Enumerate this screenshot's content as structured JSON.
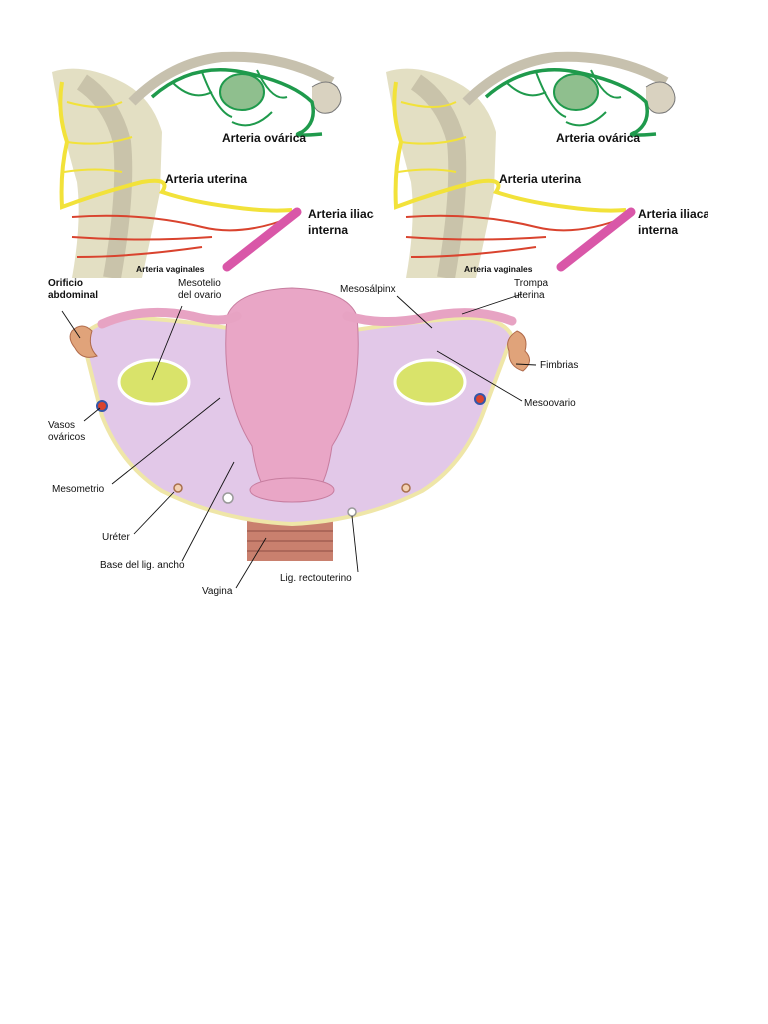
{
  "vascular_panel": {
    "labels": {
      "ovarian_artery": "Arteria ovárica",
      "uterine_artery": "Arteria uterina",
      "internal_iliac_line1": "Arteria iliaca",
      "internal_iliac_line2": "interna",
      "vaginal_arteries": "Arteria vaginales"
    }
  },
  "anatomy_panel": {
    "labels": {
      "abdominal_orifice_line1": "Orificio",
      "abdominal_orifice_line2": "abdominal",
      "ovary_mesothelium_line1": "Mesotelio",
      "ovary_mesothelium_line2": "del ovario",
      "mesosalpinx": "Mesosálpinx",
      "uterine_tube_line1": "Trompa",
      "uterine_tube_line2": "uterina",
      "fimbriae": "Fimbrias",
      "mesovarium": "Mesoovario",
      "ovarian_vessels_line1": "Vasos",
      "ovarian_vessels_line2": "ováricos",
      "mesometrium": "Mesometrio",
      "ureter": "Uréter",
      "broad_ligament_base": "Base del lig. ancho",
      "vagina": "Vagina",
      "rectouterine_ligament": "Lig. rectouterino"
    }
  },
  "colors": {
    "ovarian_artery": "#1f9a4c",
    "uterine_artery": "#f2e23a",
    "internal_iliac": "#d957a8",
    "vaginal_arteries": "#d9432e",
    "uterus": "#e9a6c6",
    "broad_ligament": "#e2c8e8",
    "ovary": "#d9e36a"
  }
}
